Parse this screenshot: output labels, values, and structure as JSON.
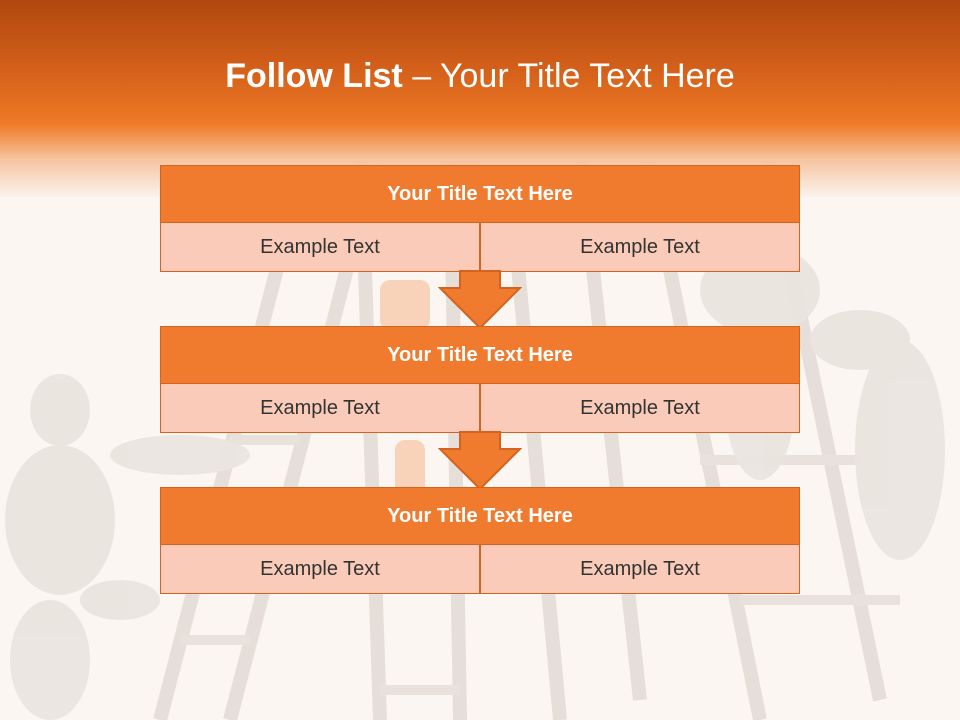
{
  "slide": {
    "title_bold": "Follow List",
    "title_rest": " – Your Title Text Here"
  },
  "steps": [
    {
      "title": "Your Title Text Here",
      "left": "Example Text",
      "right": "Example Text"
    },
    {
      "title": "Your Title Text Here",
      "left": "Example Text",
      "right": "Example Text"
    },
    {
      "title": "Your Title Text Here",
      "left": "Example Text",
      "right": "Example Text"
    }
  ],
  "colors": {
    "accent": "#f07a2d",
    "cell_fill": "#f9cbb8",
    "border": "#d2641f",
    "header_dark": "#b0480f"
  },
  "background_image": "faded ladders with wooden mannequin figures climbing"
}
